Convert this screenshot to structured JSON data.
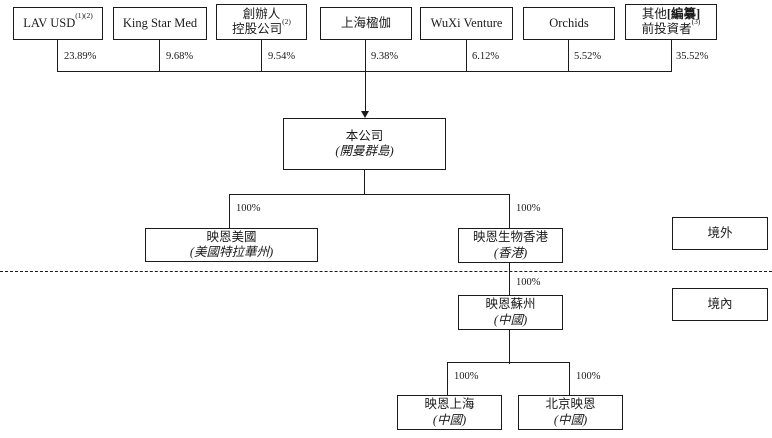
{
  "diagram": {
    "shareholders": [
      {
        "name": "LAV USD",
        "sup": "(1)(2)",
        "pct": "23.89%"
      },
      {
        "name": "King Star Med",
        "pct": "9.68%"
      },
      {
        "line1": "創辦人",
        "line2": "控股公司",
        "sup": "(2)",
        "pct": "9.54%"
      },
      {
        "name": "上海楹伽",
        "pct": "9.38%"
      },
      {
        "name": "WuXi Venture",
        "pct": "6.12%"
      },
      {
        "name": "Orchids",
        "pct": "5.52%"
      },
      {
        "line1": "其他",
        "line1_bold": "[編纂]",
        "line2": "前投資者",
        "sup": "(3)",
        "pct": "35.52%"
      }
    ],
    "company": {
      "name": "本公司",
      "location": "(開曼群島)"
    },
    "subsidiaries": {
      "us": {
        "name": "映恩美國",
        "location": "(美國特拉華州)",
        "pct": "100%"
      },
      "hk": {
        "name": "映恩生物香港",
        "location": "(香港)",
        "pct": "100%"
      },
      "suzhou": {
        "name": "映恩蘇州",
        "location": "(中國)",
        "pct": "100%"
      },
      "shanghai": {
        "name": "映恩上海",
        "location": "(中國)",
        "pct": "100%"
      },
      "beijing": {
        "name": "北京映恩",
        "location": "(中國)",
        "pct": "100%"
      }
    },
    "regions": {
      "offshore": "境外",
      "onshore": "境內"
    }
  }
}
